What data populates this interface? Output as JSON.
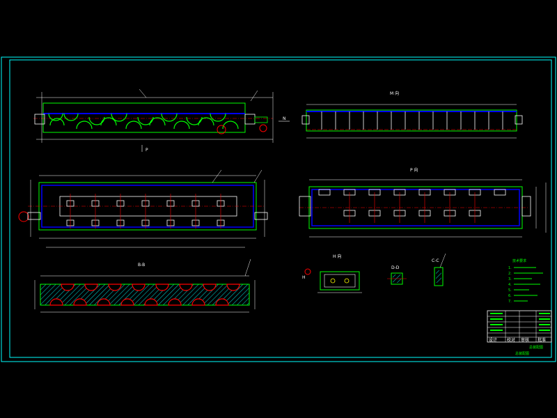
{
  "labels": {
    "view_m": "M 向",
    "view_p": "P 向",
    "view_p_ref": "P",
    "view_n": "N",
    "section_bb": "B-B",
    "section_cc": "C-C",
    "section_dd": "D-D",
    "view_h": "H 向",
    "marker_h": "H",
    "title_main": "总装配图"
  },
  "colors": {
    "background": "#000000",
    "frame": "#00ffff",
    "outline": "#00ff00",
    "centerline": "#ff0000",
    "hidden": "#0000ff",
    "dimension": "#ffffff",
    "hatch": "#00c0c0",
    "yellow": "#ffff00"
  },
  "notes": {
    "heading": "技术要求",
    "lines": [
      "1.",
      "2.",
      "3.",
      "4.",
      "5.",
      "6.",
      "7."
    ]
  },
  "title_block": {
    "drawing_name": "总装配图",
    "signature_cells": [
      "设计",
      "校对",
      "审核",
      "批准"
    ]
  }
}
